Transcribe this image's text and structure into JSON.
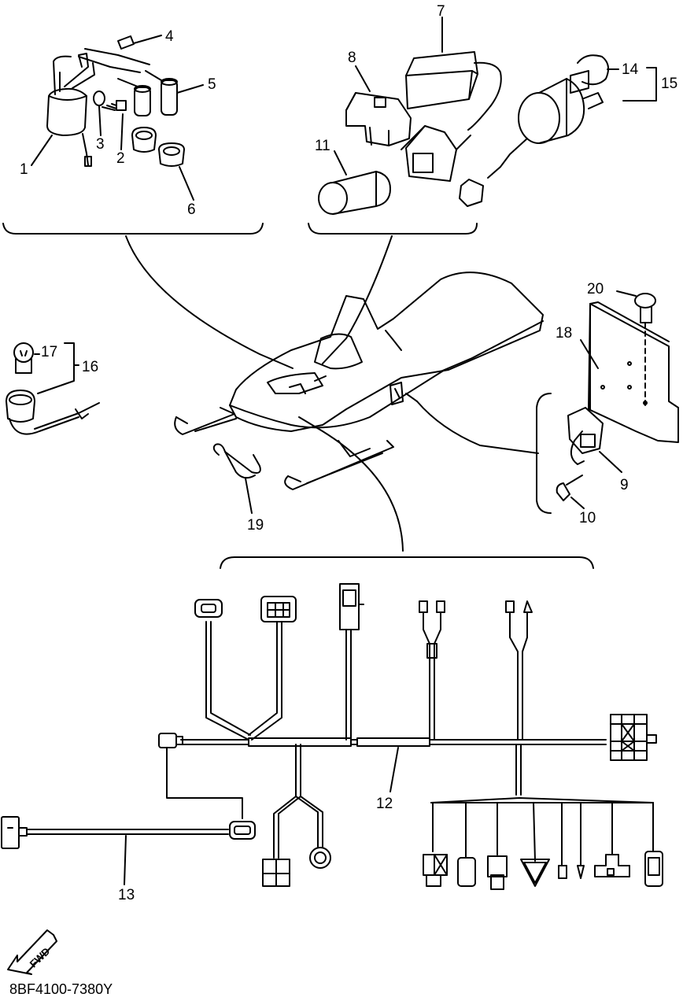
{
  "labels": {
    "n1": "1",
    "n2": "2",
    "n3": "3",
    "n4": "4",
    "n5": "5",
    "n6": "6",
    "n7": "7",
    "n8": "8",
    "n9": "9",
    "n10": "10",
    "n11": "11",
    "n12": "12",
    "n13": "13",
    "n14": "14",
    "n15": "15",
    "n16": "16",
    "n17": "17",
    "n18": "18",
    "n19": "19",
    "n20": "20"
  },
  "fwd": "FWD",
  "part_code": "8BF4100-7380Y"
}
